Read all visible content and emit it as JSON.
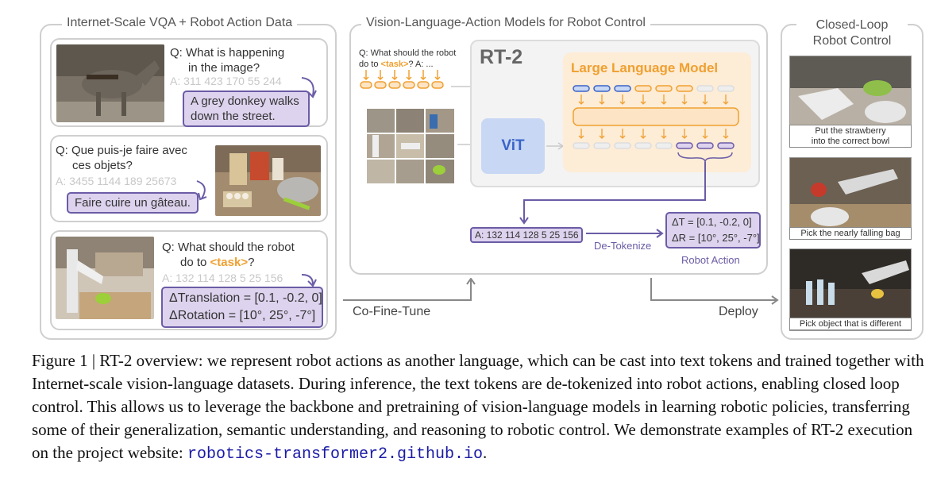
{
  "left_panel": {
    "title": "Internet-Scale VQA + Robot Action Data",
    "card1": {
      "question_line1": "Q: What is happening",
      "question_line2": "in the image?",
      "tokens": "A: 311 423 170 55 244",
      "answer_line1": "A grey donkey walks",
      "answer_line2": "down the street."
    },
    "card2": {
      "question_line1": "Q: Que puis-je faire avec",
      "question_line2": "ces objets?",
      "tokens": "A: 3455 1144 189 25673",
      "answer": "Faire cuire un gâteau."
    },
    "card3": {
      "question_line1": "Q: What should the robot",
      "question_line2_prefix": "do to ",
      "task": "<task>",
      "question_line2_suffix": "?",
      "tokens": "A: 132 114 128 5 25 156",
      "answer_line1": "ΔTranslation = [0.1, -0.2, 0]",
      "answer_line2": "ΔRotation = [10°, 25°, -7°]"
    }
  },
  "middle_panel": {
    "title": "Vision-Language-Action Models for Robot Control",
    "prompt_line1": "Q: What should the robot",
    "prompt_line2_prefix": "do to ",
    "prompt_task": "<task>",
    "prompt_line2_suffix": "? A: ...",
    "rt2_label": "RT-2",
    "llm_label": "Large Language Model",
    "vit_label": "ViT",
    "output_tokens": "A: 132 114 128 5 25 156",
    "detokenize_label": "De-Tokenize",
    "action_line1": "ΔT = [0.1, -0.2, 0]",
    "action_line2": "ΔR = [10°, 25°, -7°]",
    "robot_action_label": "Robot Action"
  },
  "right_panel": {
    "title_line1": "Closed-Loop",
    "title_line2": "Robot Control",
    "frames": [
      {
        "caption_line1": "Put the strawberry",
        "caption_line2": "into the correct bowl"
      },
      {
        "caption_line1": "Pick the nearly falling bag",
        "caption_line2": ""
      },
      {
        "caption_line1": "Pick object that is different",
        "caption_line2": ""
      }
    ]
  },
  "arrows": {
    "cofinetune_label": "Co-Fine-Tune",
    "deploy_label": "Deploy"
  },
  "caption": {
    "text": "Figure 1 | RT-2 overview: we represent robot actions as another language, which can be cast into text tokens and trained together with Internet-scale vision-language datasets. During inference, the text tokens are de-tokenized into robot actions, enabling closed loop control.  This allows us to leverage the backbone and pretraining of vision-language models in learning robotic policies, transferring some of their generalization, semantic understanding, and reasoning to robotic control. We demonstrate examples of RT-2 execution on the project website: ",
    "link": "robotics-transformer2.github.io",
    "end": "."
  },
  "colors": {
    "purple": "#6b5ca6",
    "lavender": "#ddd3ee",
    "orange": "#f0a030",
    "llm_bg": "#fdecd6",
    "vit_bg": "#c7d7f4",
    "blue_token": "#7aa0e0"
  }
}
